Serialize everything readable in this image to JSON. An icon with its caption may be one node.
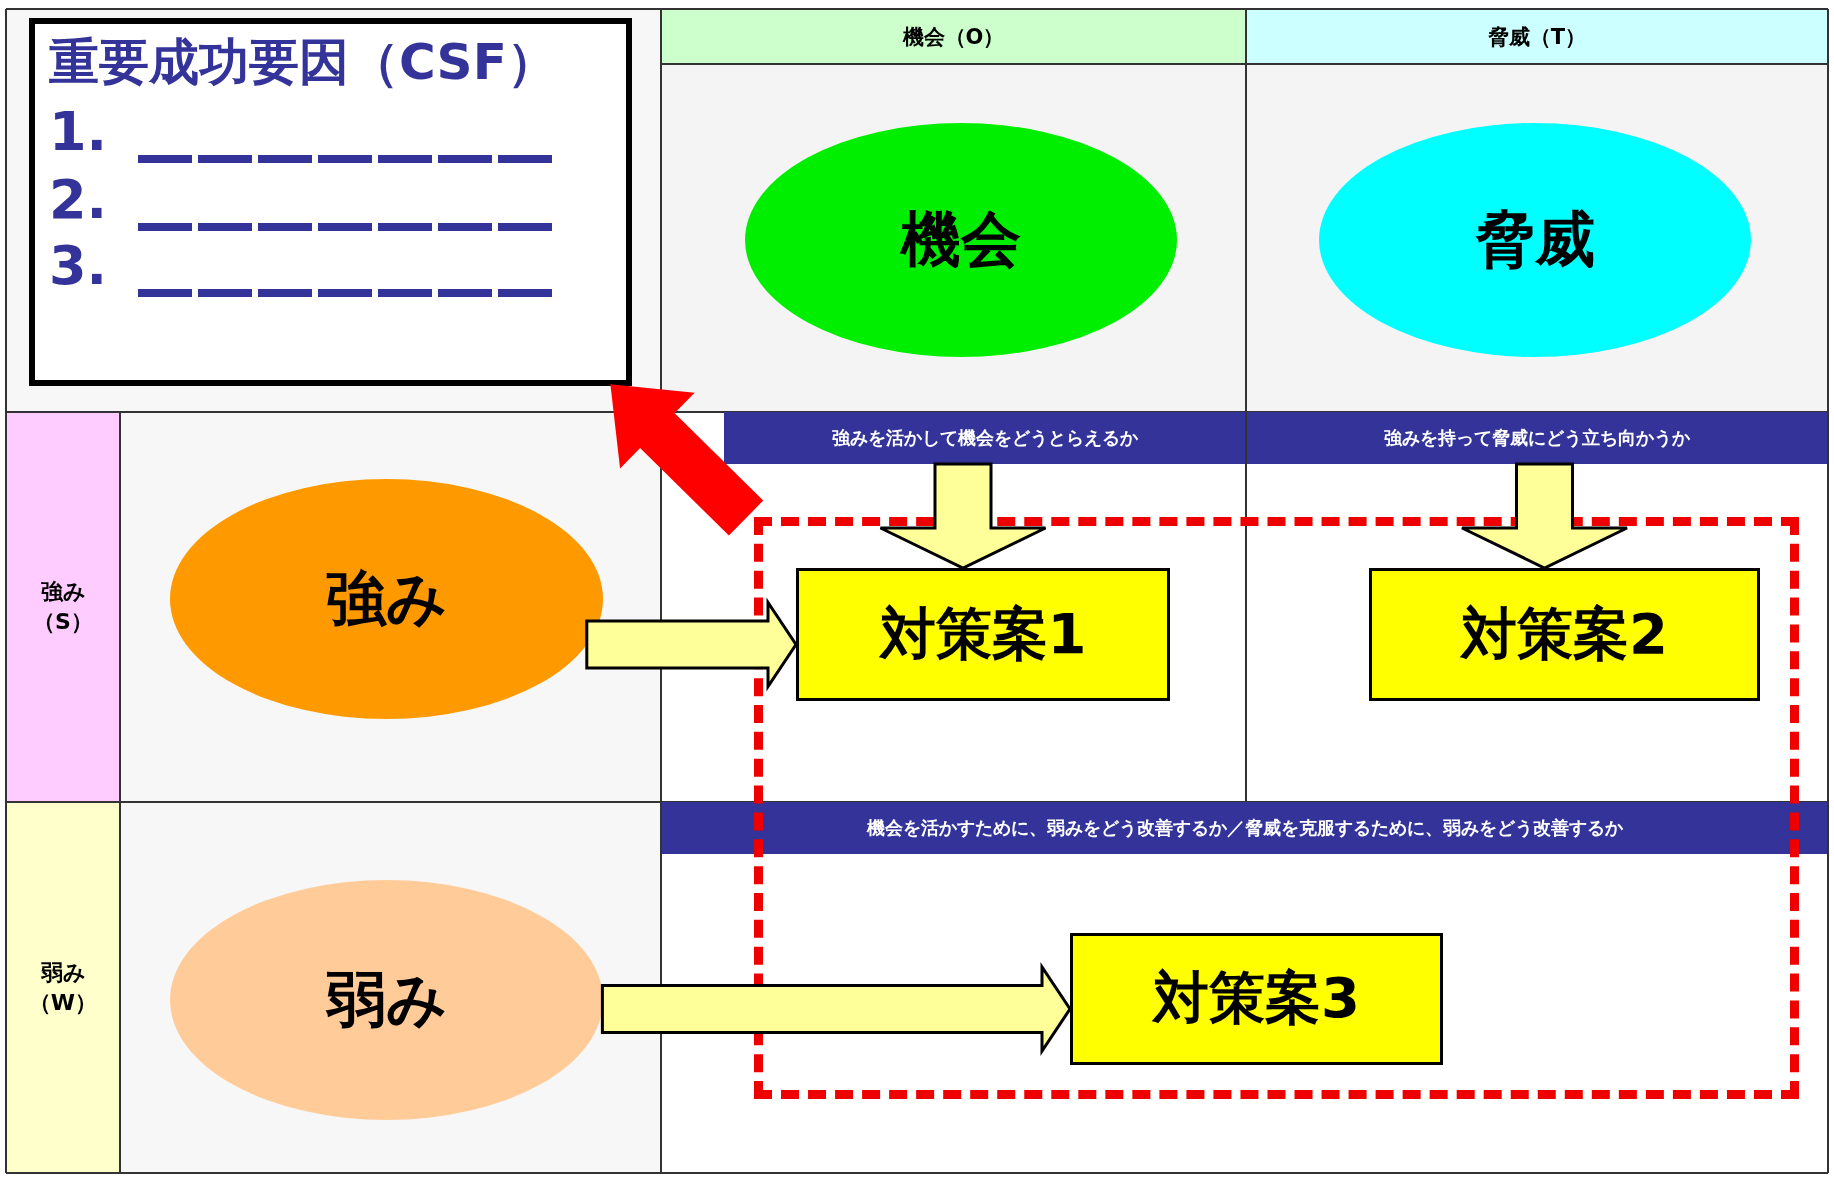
{
  "diagram": {
    "nodes": [
      {
        "text": [
          "重要成功要因（CSF）",
          "1.",
          "2.",
          "3."
        ]
      },
      {
        "text": [
          "機会（O）"
        ]
      },
      {
        "text": [
          "脅威（T）"
        ]
      },
      {
        "text": [
          "機会"
        ]
      },
      {
        "text": [
          "脅威"
        ]
      },
      {
        "text": [
          "強みを活かして機会をどうとらえるか"
        ]
      },
      {
        "text": [
          "強みを持って脅威にどう立ち向かうか"
        ]
      },
      {
        "text": [
          "強み（S）"
        ]
      },
      {
        "text": [
          "強み"
        ]
      },
      {
        "text": [],
        "shape": "box"
      },
      {
        "text": [
          "対策案1"
        ],
        "in": 9
      },
      {
        "text": [
          "対策案2"
        ],
        "in": 9
      },
      {
        "text": [
          "弱み（W）"
        ]
      },
      {
        "text": [
          "弱み"
        ]
      },
      {
        "text": [
          "機会を活かすために、弱みをどう改善するか／脅威を克服するために、弱みをどう改善するか"
        ]
      },
      {
        "text": [
          "対策案3"
        ],
        "in": 9
      }
    ],
    "edges": [
      {
        "from": 9,
        "to": 0,
        "arrow": "to",
        "color": "#ff0000"
      },
      {
        "from": 5,
        "to": 10,
        "arrow": "to"
      },
      {
        "from": 6,
        "to": 11,
        "arrow": "to"
      },
      {
        "from": 8,
        "to": 10,
        "arrow": "to"
      },
      {
        "from": 13,
        "to": 15,
        "arrow": "to"
      }
    ]
  }
}
